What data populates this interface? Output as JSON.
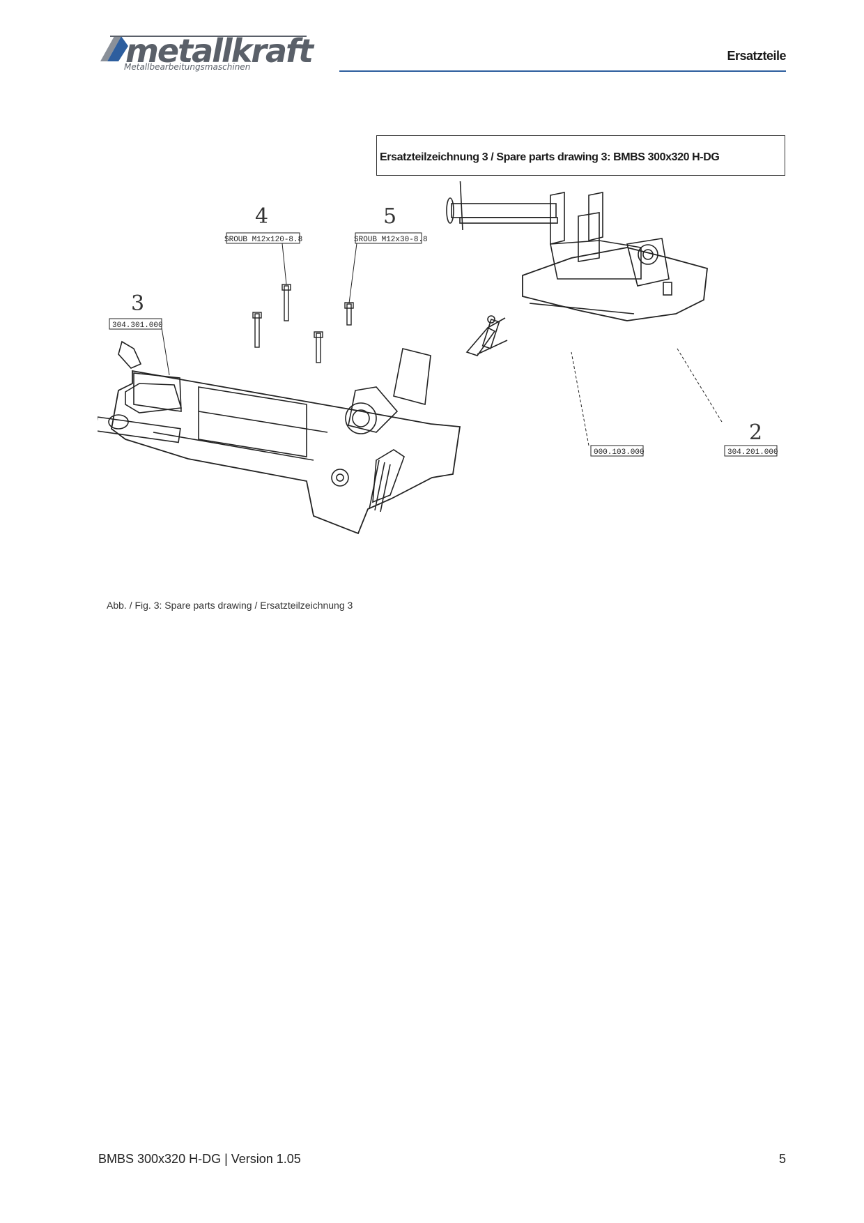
{
  "header": {
    "brand": "metallkraft",
    "brand_subtitle": "Metallbearbeitungsmaschinen",
    "section_title": "Ersatzteile",
    "rule_color": "#2d5e9e",
    "logo_color": "#5a6069"
  },
  "title_box": {
    "text": "Ersatzteilzeichnung 3 / Spare parts drawing 3: BMBS 300x320 H-DG"
  },
  "drawing": {
    "callouts": [
      {
        "number": "4",
        "label": "SROUB M12x120-8.8"
      },
      {
        "number": "5",
        "label": "SROUB M12x30-8.8"
      },
      {
        "number": "3",
        "label": "304.301.000"
      },
      {
        "number": "2",
        "label": "304.201.000"
      },
      {
        "number": "",
        "label": "000.103.000"
      }
    ]
  },
  "caption": "Abb. / Fig. 3: Spare parts drawing / Ersatzteilzeichnung 3",
  "footer": {
    "left": "BMBS 300x320 H-DG | Version 1.05",
    "page_number": "5"
  }
}
